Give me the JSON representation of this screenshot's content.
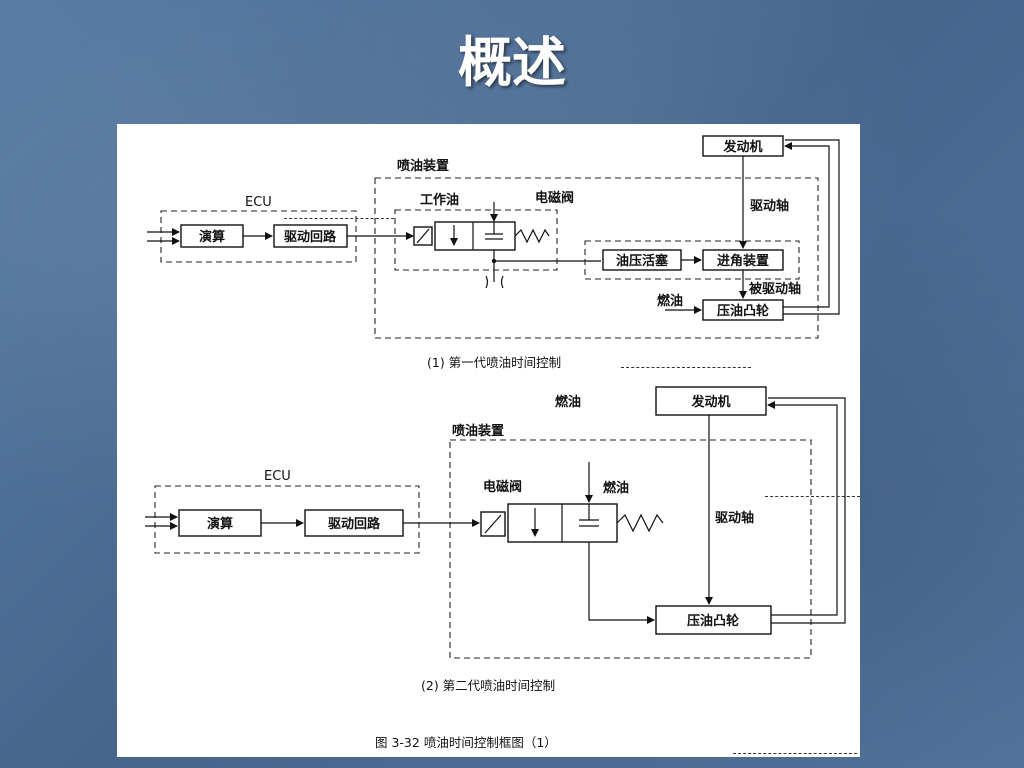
{
  "slide": {
    "title": "概述"
  },
  "diagram1": {
    "device_label": "喷油装置",
    "ecu_label": "ECU",
    "work_oil_label": "工作油",
    "solenoid_label": "电磁阀",
    "compute_label": "演算",
    "drive_circuit_label": "驱动回路",
    "oil_piston_label": "油压活塞",
    "advance_device_label": "进角装置",
    "engine_label": "发动机",
    "drive_shaft_label": "驱动轴",
    "driven_shaft_label": "被驱动轴",
    "fuel_label": "燃油",
    "cam_label": "压油凸轮",
    "caption": "(1) 第一代喷油时间控制"
  },
  "diagram2": {
    "fuel_top_label": "燃油",
    "engine_label": "发动机",
    "device_label": "喷油装置",
    "ecu_label": "ECU",
    "solenoid_label": "电磁阀",
    "fuel_label": "燃油",
    "compute_label": "演算",
    "drive_circuit_label": "驱动回路",
    "drive_shaft_label": "驱动轴",
    "cam_label": "压油凸轮",
    "caption": "(2) 第二代喷油时间控制"
  },
  "figure_caption": "图 3-32    喷油时间控制框图（1）"
}
